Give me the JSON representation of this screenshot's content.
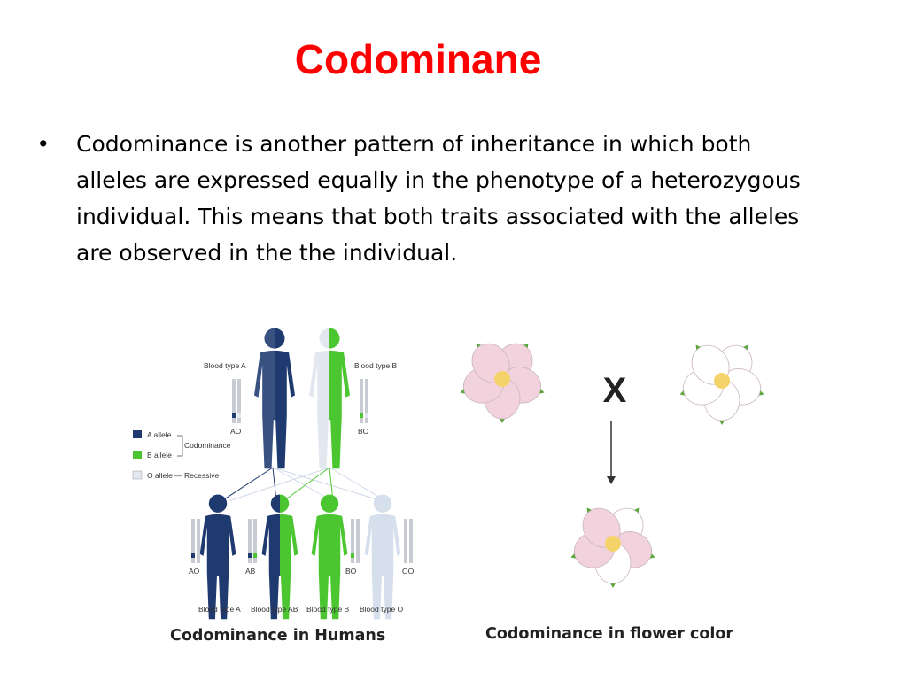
{
  "title": "Codominane",
  "bullet": {
    "symbol": "•",
    "text": "Codominance is another pattern of inheritance in which both alleles are expressed equally in the phenotype of a heterozygous individual. This means that both traits associated with the alleles are observed in the the individual."
  },
  "humans_figure": {
    "caption": "Codominance in Humans",
    "parent_a_label": "Blood type A",
    "parent_b_label": "Blood type B",
    "parent_a_genotype": "AO",
    "parent_b_genotype": "BO",
    "legend": {
      "a_allele": "A allele",
      "b_allele": "B allele",
      "o_allele": "O allele — Recessive",
      "codominance": "Codominance"
    },
    "children": [
      {
        "genotype": "AO",
        "label": "Blood type A"
      },
      {
        "genotype": "AB",
        "label": "Blood type AB"
      },
      {
        "genotype": "BO",
        "label": "Blood type B"
      },
      {
        "genotype": "OO",
        "label": "Blood type O"
      }
    ],
    "colors": {
      "a": "#1f3a6e",
      "b": "#4cc630",
      "o": "#d6dfec"
    }
  },
  "flower_figure": {
    "caption": "Codominance in flower color",
    "cross_symbol": "X",
    "colors": {
      "pink": "#f2d2dc",
      "white": "#ffffff",
      "center": "#f5d36b",
      "leaf": "#5aa63a"
    }
  }
}
